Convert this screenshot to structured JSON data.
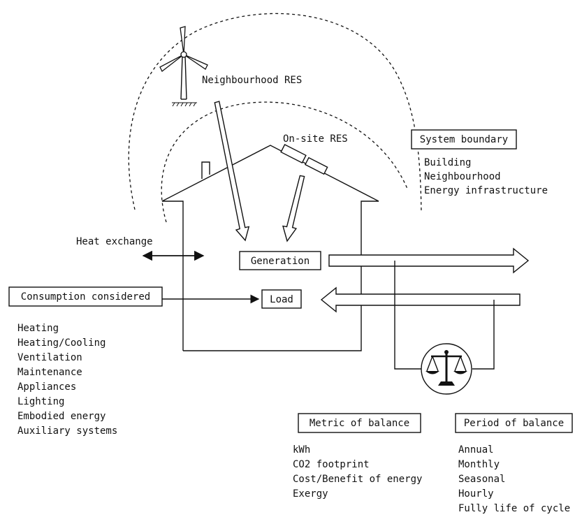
{
  "labels": {
    "neighbourhood_res": "Neighbourhood RES",
    "onsite_res": "On-site RES",
    "heat_exchange": "Heat exchange",
    "generation": "Generation",
    "load": "Load"
  },
  "system_boundary": {
    "title": "System boundary",
    "items": [
      "Building",
      "Neighbourhood",
      "Energy infrastructure"
    ]
  },
  "consumption": {
    "title": "Consumption considered",
    "items": [
      "Heating",
      "Heating/Cooling",
      "Ventilation",
      "Maintenance",
      "Appliances",
      "Lighting",
      "Embodied energy",
      "Auxiliary systems"
    ]
  },
  "metric": {
    "title": "Metric of balance",
    "items": [
      "kWh",
      "CO2 footprint",
      "Cost/Benefit of energy",
      "Exergy"
    ]
  },
  "period": {
    "title": "Period of balance",
    "items": [
      "Annual",
      "Monthly",
      "Seasonal",
      "Hourly",
      "Fully life of cycle"
    ]
  }
}
